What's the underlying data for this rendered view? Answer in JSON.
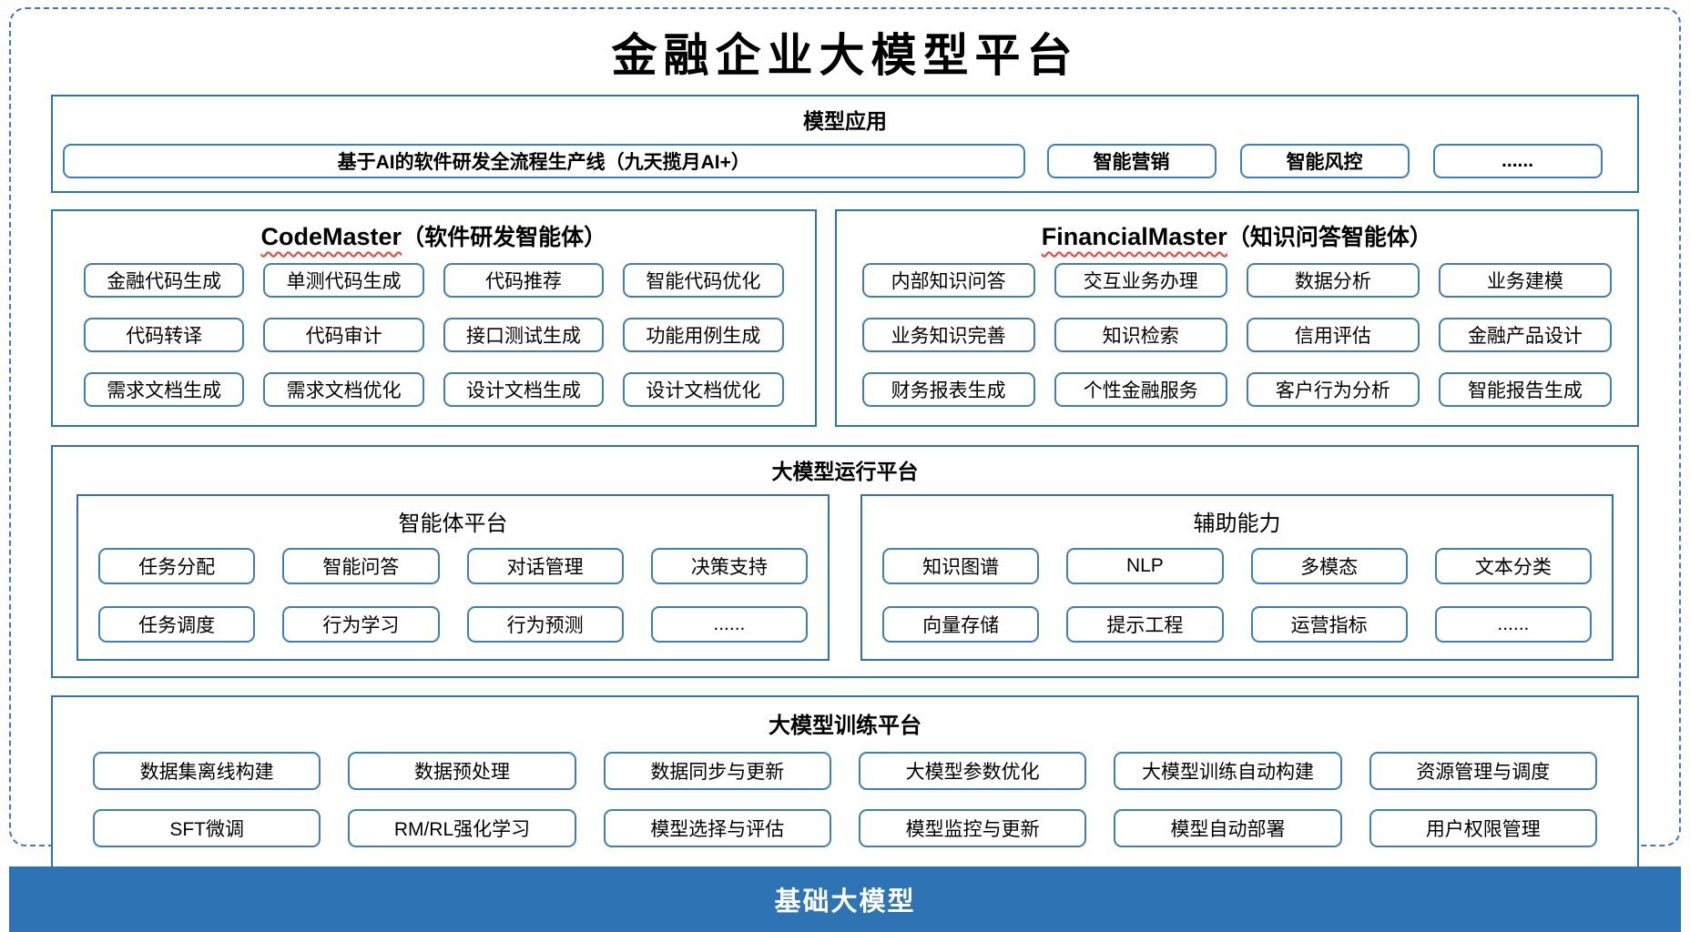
{
  "title": "金融企业大模型平台",
  "model_app": {
    "header": "模型应用",
    "wide_item": "基于AI的软件研发全流程生产线（九天揽月AI+）",
    "items": [
      "智能营销",
      "智能风控",
      "......"
    ]
  },
  "code_master": {
    "header_en": "CodeMaster",
    "header_zh": "（软件研发智能体）",
    "items": [
      "金融代码生成",
      "单测代码生成",
      "代码推荐",
      "智能代码优化",
      "代码转译",
      "代码审计",
      "接口测试生成",
      "功能用例生成",
      "需求文档生成",
      "需求文档优化",
      "设计文档生成",
      "设计文档优化"
    ]
  },
  "financial_master": {
    "header_en": "FinancialMaster",
    "header_zh": "（知识问答智能体）",
    "items": [
      "内部知识问答",
      "交互业务办理",
      "数据分析",
      "业务建模",
      "业务知识完善",
      "知识检索",
      "信用评估",
      "金融产品设计",
      "财务报表生成",
      "个性金融服务",
      "客户行为分析",
      "智能报告生成"
    ]
  },
  "runtime": {
    "header": "大模型运行平台",
    "agent_platform": {
      "header": "智能体平台",
      "items": [
        "任务分配",
        "智能问答",
        "对话管理",
        "决策支持",
        "任务调度",
        "行为学习",
        "行为预测",
        "......"
      ]
    },
    "aux_capability": {
      "header": "辅助能力",
      "items": [
        "知识图谱",
        "NLP",
        "多模态",
        "文本分类",
        "向量存储",
        "提示工程",
        "运营指标",
        "......"
      ]
    }
  },
  "training": {
    "header": "大模型训练平台",
    "items": [
      "数据集离线构建",
      "数据预处理",
      "数据同步与更新",
      "大模型参数优化",
      "大模型训练自动构建",
      "资源管理与调度",
      "SFT微调",
      "RM/RL强化学习",
      "模型选择与评估",
      "模型监控与更新",
      "模型自动部署",
      "用户权限管理"
    ]
  },
  "base_model": {
    "label": "基础大模型"
  },
  "colors": {
    "frame_dashed_blue": "#4472C4",
    "section_border_blue": "#2E74B5",
    "item_border_blue": "#3D7EBB",
    "base_bar_blue": "#2E74B5",
    "spellcheck_wavy_red": "#E8402D"
  }
}
